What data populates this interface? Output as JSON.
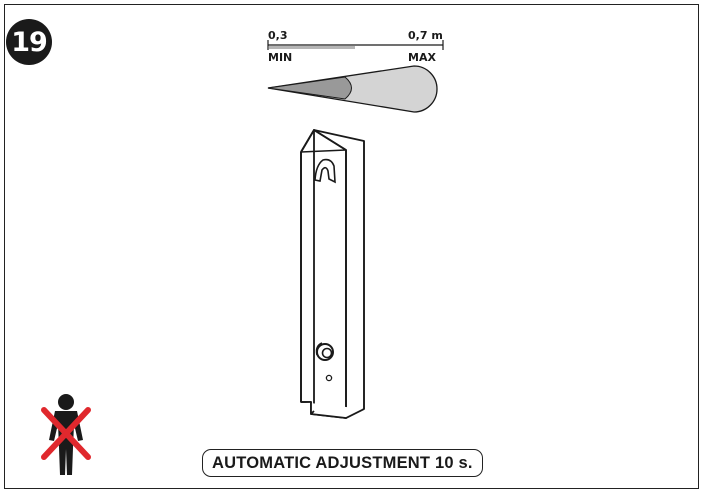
{
  "figure": {
    "number": "19"
  },
  "scale": {
    "min_value": "0,3",
    "max_value": "0,7 m",
    "min_label": "MIN",
    "max_label": "MAX"
  },
  "caption": {
    "text": "AUTOMATIC ADJUSTMENT 10 s."
  },
  "icons": {
    "sensor_beam": "beam-cone-icon",
    "person_not_allowed": "crossed-person-icon"
  },
  "colors": {
    "ink": "#1a1a1a",
    "beam_inner": "#999999",
    "beam_outer": "#d4d4d4",
    "cross": "#e0282d"
  }
}
